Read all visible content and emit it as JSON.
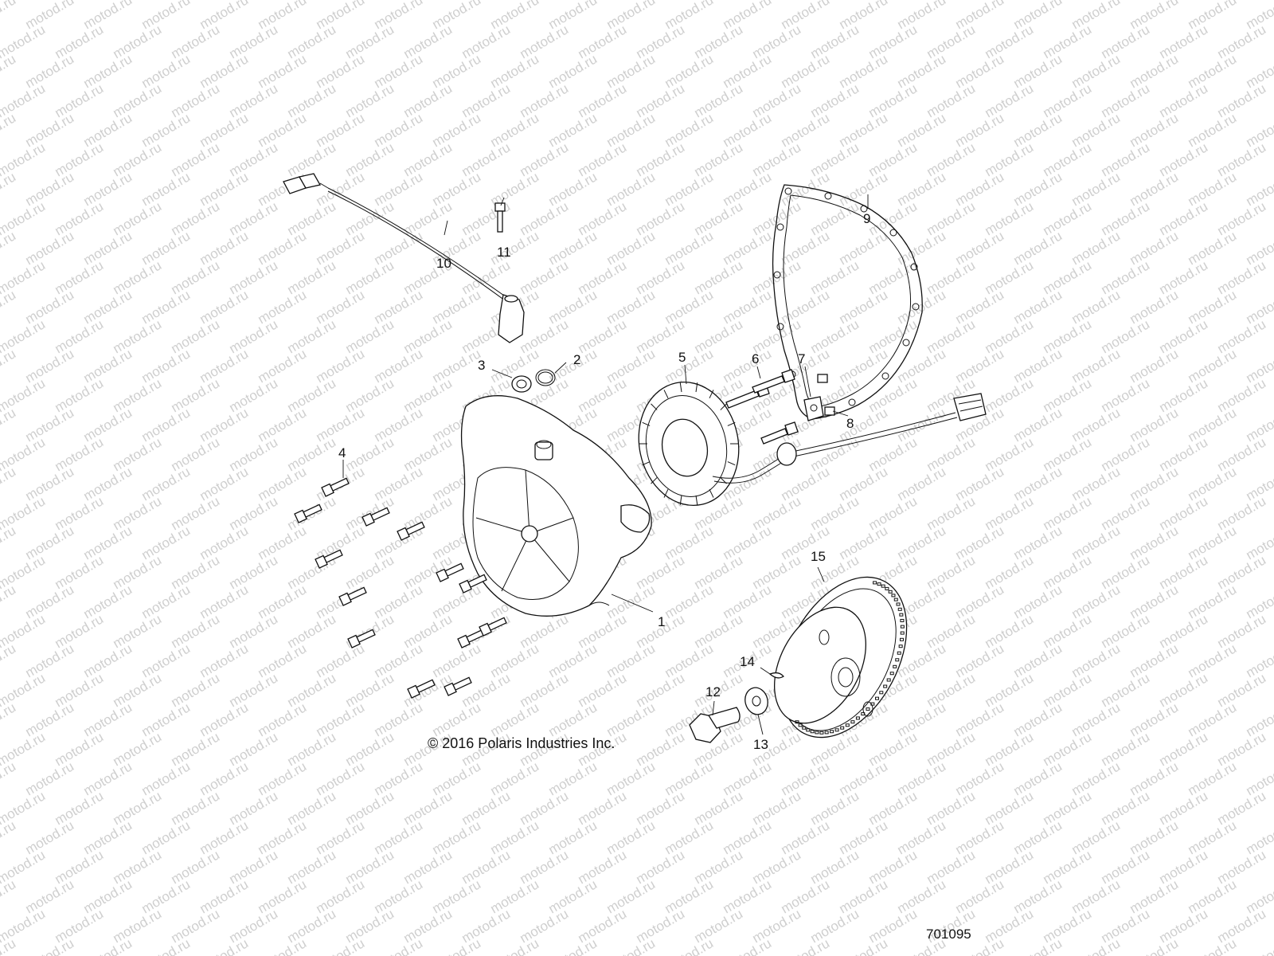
{
  "watermark": {
    "text": "motod.ru",
    "color": "#cfcfcf"
  },
  "copyright": "© 2016 Polaris Industries Inc.",
  "diagram_number": "701095",
  "callouts": [
    {
      "id": "1",
      "label": "1"
    },
    {
      "id": "2",
      "label": "2"
    },
    {
      "id": "3",
      "label": "3"
    },
    {
      "id": "4",
      "label": "4"
    },
    {
      "id": "5",
      "label": "5"
    },
    {
      "id": "6",
      "label": "6"
    },
    {
      "id": "7",
      "label": "7"
    },
    {
      "id": "8",
      "label": "8"
    },
    {
      "id": "9",
      "label": "9"
    },
    {
      "id": "10",
      "label": "10"
    },
    {
      "id": "11",
      "label": "11"
    },
    {
      "id": "12",
      "label": "12"
    },
    {
      "id": "13",
      "label": "13"
    },
    {
      "id": "14",
      "label": "14"
    },
    {
      "id": "15",
      "label": "15"
    }
  ]
}
